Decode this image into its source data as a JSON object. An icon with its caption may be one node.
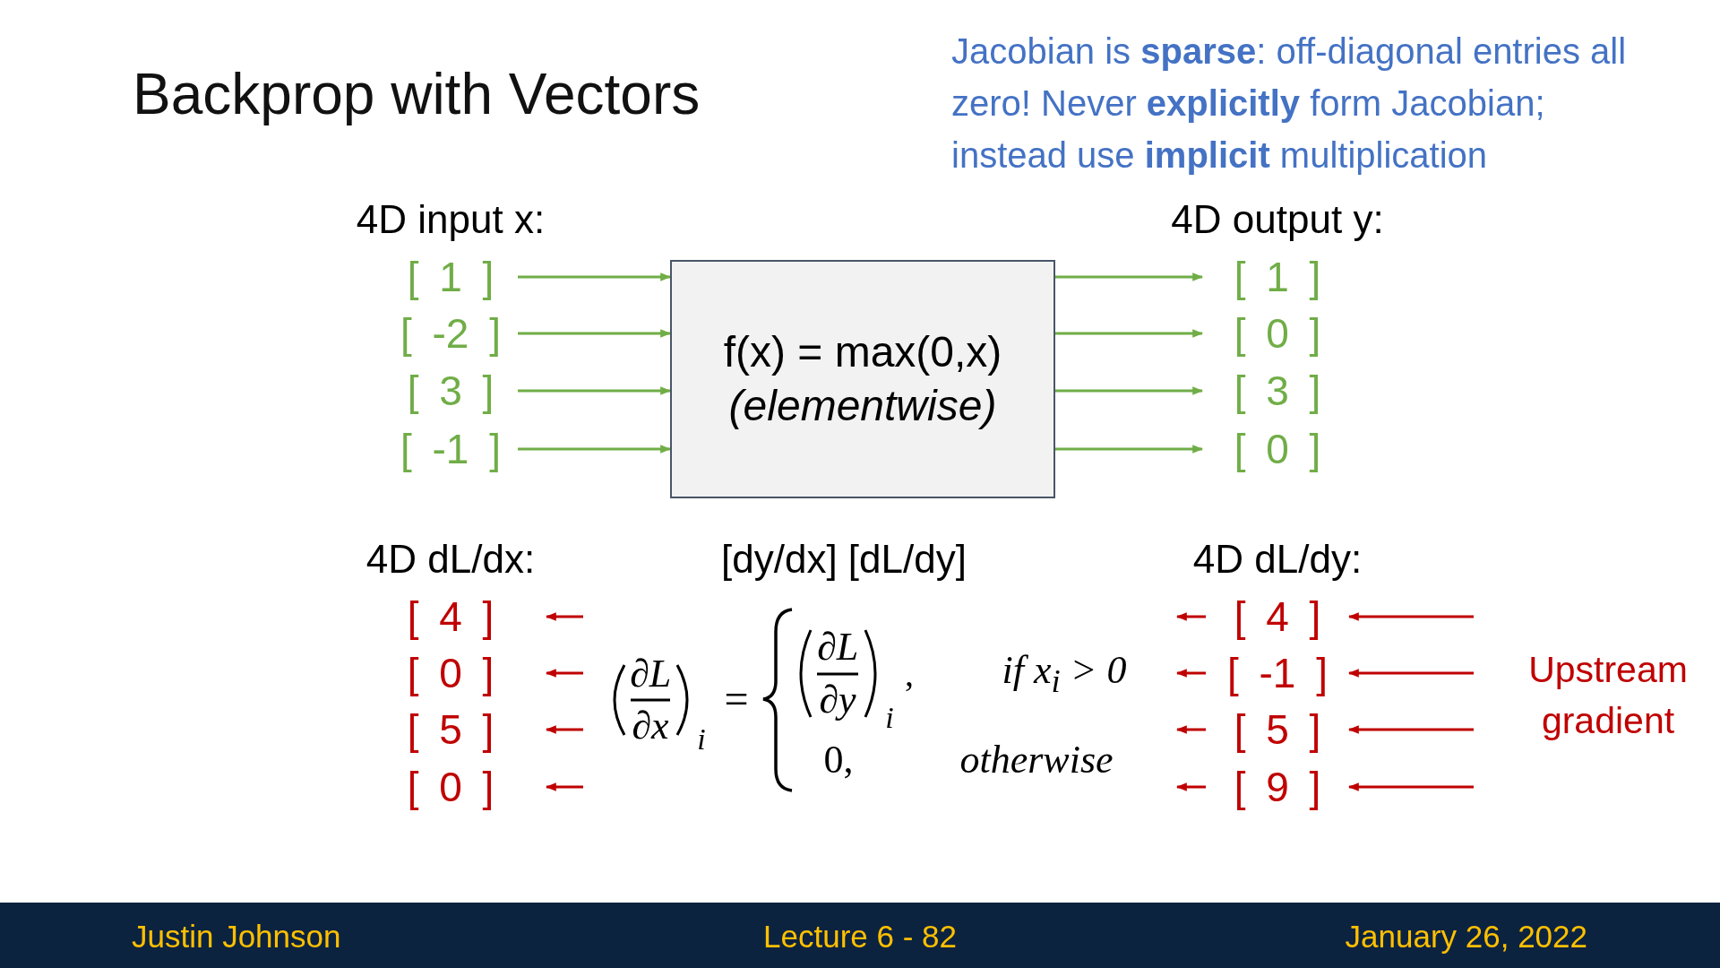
{
  "diagram": {
    "title": "Backprop with Vectors",
    "nodes": [
      {
        "text": [
          "f(x) = max(0,x)",
          "(elementwise)"
        ]
      },
      {
        "text": [
          "[ 1 ]"
        ]
      },
      {
        "text": [
          "[ -2 ]"
        ]
      },
      {
        "text": [
          "[ 3 ]"
        ]
      },
      {
        "text": [
          "[ -1 ]"
        ]
      },
      {
        "text": [
          "[ 1 ]"
        ]
      },
      {
        "text": [
          "[ 0 ]"
        ]
      },
      {
        "text": [
          "[ 3 ]"
        ]
      },
      {
        "text": [
          "[ 0 ]"
        ]
      },
      {
        "text": [
          "[ 4 ]"
        ]
      },
      {
        "text": [
          "[ 0 ]"
        ]
      },
      {
        "text": [
          "[ 5 ]"
        ]
      },
      {
        "text": [
          "[ 0 ]"
        ]
      },
      {
        "text": [
          "[ 4 ]"
        ]
      },
      {
        "text": [
          "[ -1 ]"
        ]
      },
      {
        "text": [
          "[ 5 ]"
        ]
      },
      {
        "text": [
          "[ 9 ]"
        ]
      }
    ],
    "edges": [
      {
        "from": 1,
        "to": 0,
        "arrow": "to",
        "color": "#70ad47"
      },
      {
        "from": 2,
        "to": 0,
        "arrow": "to",
        "color": "#70ad47"
      },
      {
        "from": 3,
        "to": 0,
        "arrow": "to",
        "color": "#70ad47"
      },
      {
        "from": 4,
        "to": 0,
        "arrow": "to",
        "color": "#70ad47"
      },
      {
        "from": 0,
        "to": 5,
        "arrow": "to",
        "color": "#70ad47"
      },
      {
        "from": 0,
        "to": 6,
        "arrow": "to",
        "color": "#70ad47"
      },
      {
        "from": 0,
        "to": 7,
        "arrow": "to",
        "color": "#70ad47"
      },
      {
        "from": 0,
        "to": 8,
        "arrow": "to",
        "color": "#70ad47"
      },
      {
        "from": null,
        "to": 9,
        "arrow": "to"
      },
      {
        "from": null,
        "to": 10,
        "arrow": "to"
      },
      {
        "from": null,
        "to": 11,
        "arrow": "to"
      },
      {
        "from": null,
        "to": 12,
        "arrow": "to"
      },
      {
        "from": 13,
        "to": null,
        "arrow": "to"
      },
      {
        "from": 14,
        "to": null,
        "arrow": "to"
      },
      {
        "from": 15,
        "to": null,
        "arrow": "to"
      },
      {
        "from": 16,
        "to": null,
        "arrow": "to"
      },
      {
        "from": null,
        "to": 13,
        "arrow": "to"
      },
      {
        "from": null,
        "to": 14,
        "arrow": "to"
      },
      {
        "from": null,
        "to": 15,
        "arrow": "to"
      },
      {
        "from": null,
        "to": 16,
        "arrow": "to"
      }
    ],
    "labels": [
      "Jacobian is **sparse**: off-diagonal entries all zero! Never **explicitly** form Jacobian; instead use **implicit** multiplication",
      "4D input x:",
      "4D output y:",
      "4D dL/dx:",
      "[dy/dx] [dL/dy]",
      "4D dL/dy:",
      "∂L",
      "∂x",
      "i",
      "=",
      "∂L",
      "∂y",
      "i",
      ",",
      "if x$_{i}$ > 0",
      "0,",
      "otherwise",
      "Upstream gradient",
      "Justin Johnson",
      "Lecture 6 - 82",
      "January 26, 2022"
    ]
  }
}
